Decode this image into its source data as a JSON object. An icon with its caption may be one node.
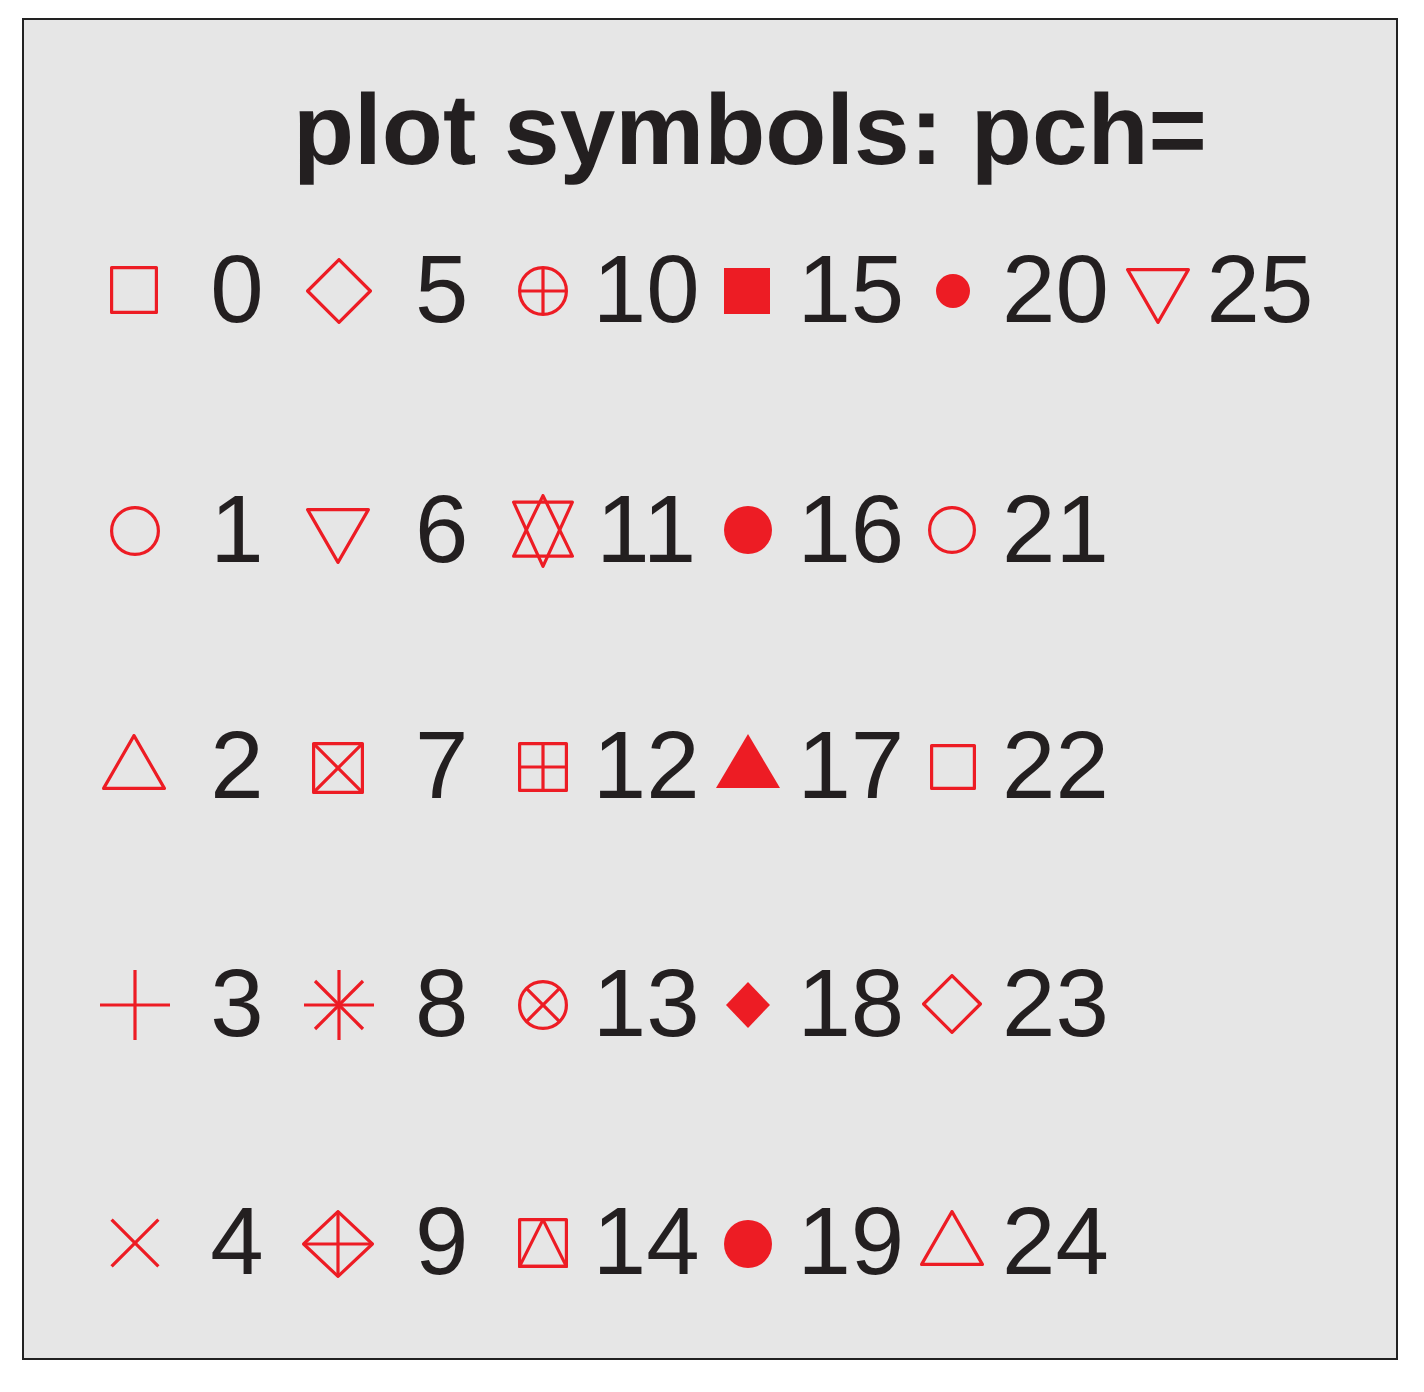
{
  "diagram": {
    "title": "plot symbols: pch=",
    "labels": [
      "0",
      "5",
      "10",
      "15",
      "20",
      "25",
      "1",
      "6",
      "11",
      "16",
      "21",
      "2",
      "7",
      "12",
      "17",
      "22",
      "3",
      "8",
      "13",
      "18",
      "23",
      "4",
      "9",
      "14",
      "19",
      "24"
    ]
  }
}
